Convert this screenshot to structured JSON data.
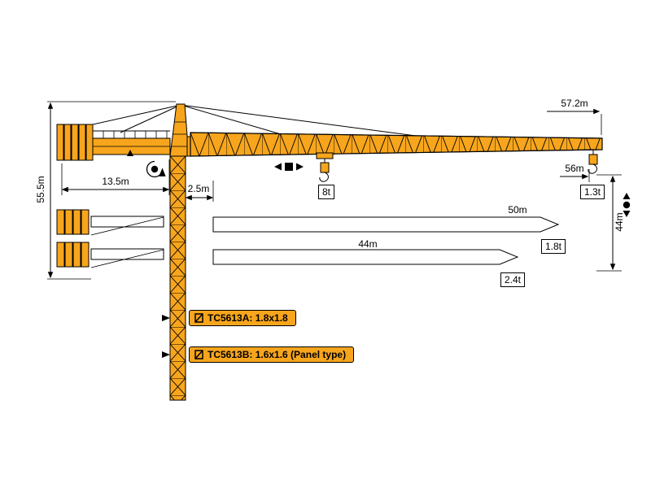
{
  "colors": {
    "crane": "#F7A51C"
  },
  "dimensions": {
    "tower_height": "55.5m",
    "counter_jib_length": "13.5m",
    "jib_root_offset": "2.5m",
    "jib_length_total": "57.2m",
    "tip_radius": "56m",
    "tip_height": "44m"
  },
  "loads": {
    "max_load": "8t",
    "tip_load_56m": "1.3t"
  },
  "jib_options": [
    {
      "length": "50m",
      "tip_load": "1.8t"
    },
    {
      "length": "44m",
      "tip_load": "2.4t"
    }
  ],
  "models": [
    {
      "label": "TC5613A: 1.8x1.8"
    },
    {
      "label": "TC5613B: 1.6x1.6 (Panel type)"
    }
  ]
}
